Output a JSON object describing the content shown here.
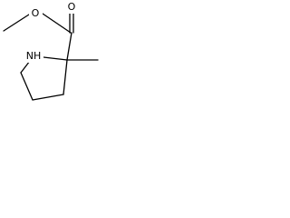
{
  "molecule": {
    "atoms": {
      "ester_carbonyl_oxygen": "O",
      "ester_alkoxy_oxygen": "O",
      "ring_nitrogen": "NH"
    }
  }
}
